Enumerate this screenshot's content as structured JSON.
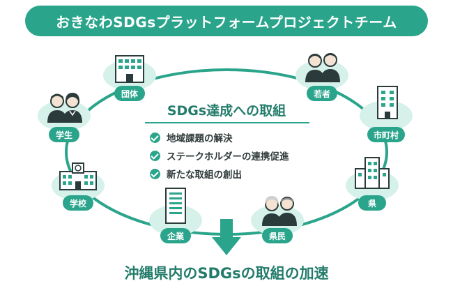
{
  "colors": {
    "accent": "#2aa48b",
    "light": "#d6f1ea",
    "dark": "#237c6b",
    "icon_line": "#2b3a3a"
  },
  "header": {
    "title": "おきなわSDGsプラットフォームプロジェクトチーム"
  },
  "center": {
    "title": "SDGs達成への取組",
    "goals": [
      "地域課題の解決",
      "ステークホルダーの連携促進",
      "新たな取組の創出"
    ]
  },
  "stakeholders": [
    {
      "id": "dantai",
      "label": "団体",
      "icon": "building-icon"
    },
    {
      "id": "wakamono",
      "label": "若者",
      "icon": "young-people-icon"
    },
    {
      "id": "shichoson",
      "label": "市町村",
      "icon": "office-building-icon"
    },
    {
      "id": "ken",
      "label": "県",
      "icon": "government-building-icon"
    },
    {
      "id": "kenmin",
      "label": "県民",
      "icon": "elderly-people-icon"
    },
    {
      "id": "kigyou",
      "label": "企業",
      "icon": "tower-building-icon"
    },
    {
      "id": "gakkou",
      "label": "学校",
      "icon": "school-building-icon"
    },
    {
      "id": "gakusei",
      "label": "学生",
      "icon": "students-icon"
    }
  ],
  "result": {
    "text": "沖縄県内のSDGsの取組の加速"
  }
}
